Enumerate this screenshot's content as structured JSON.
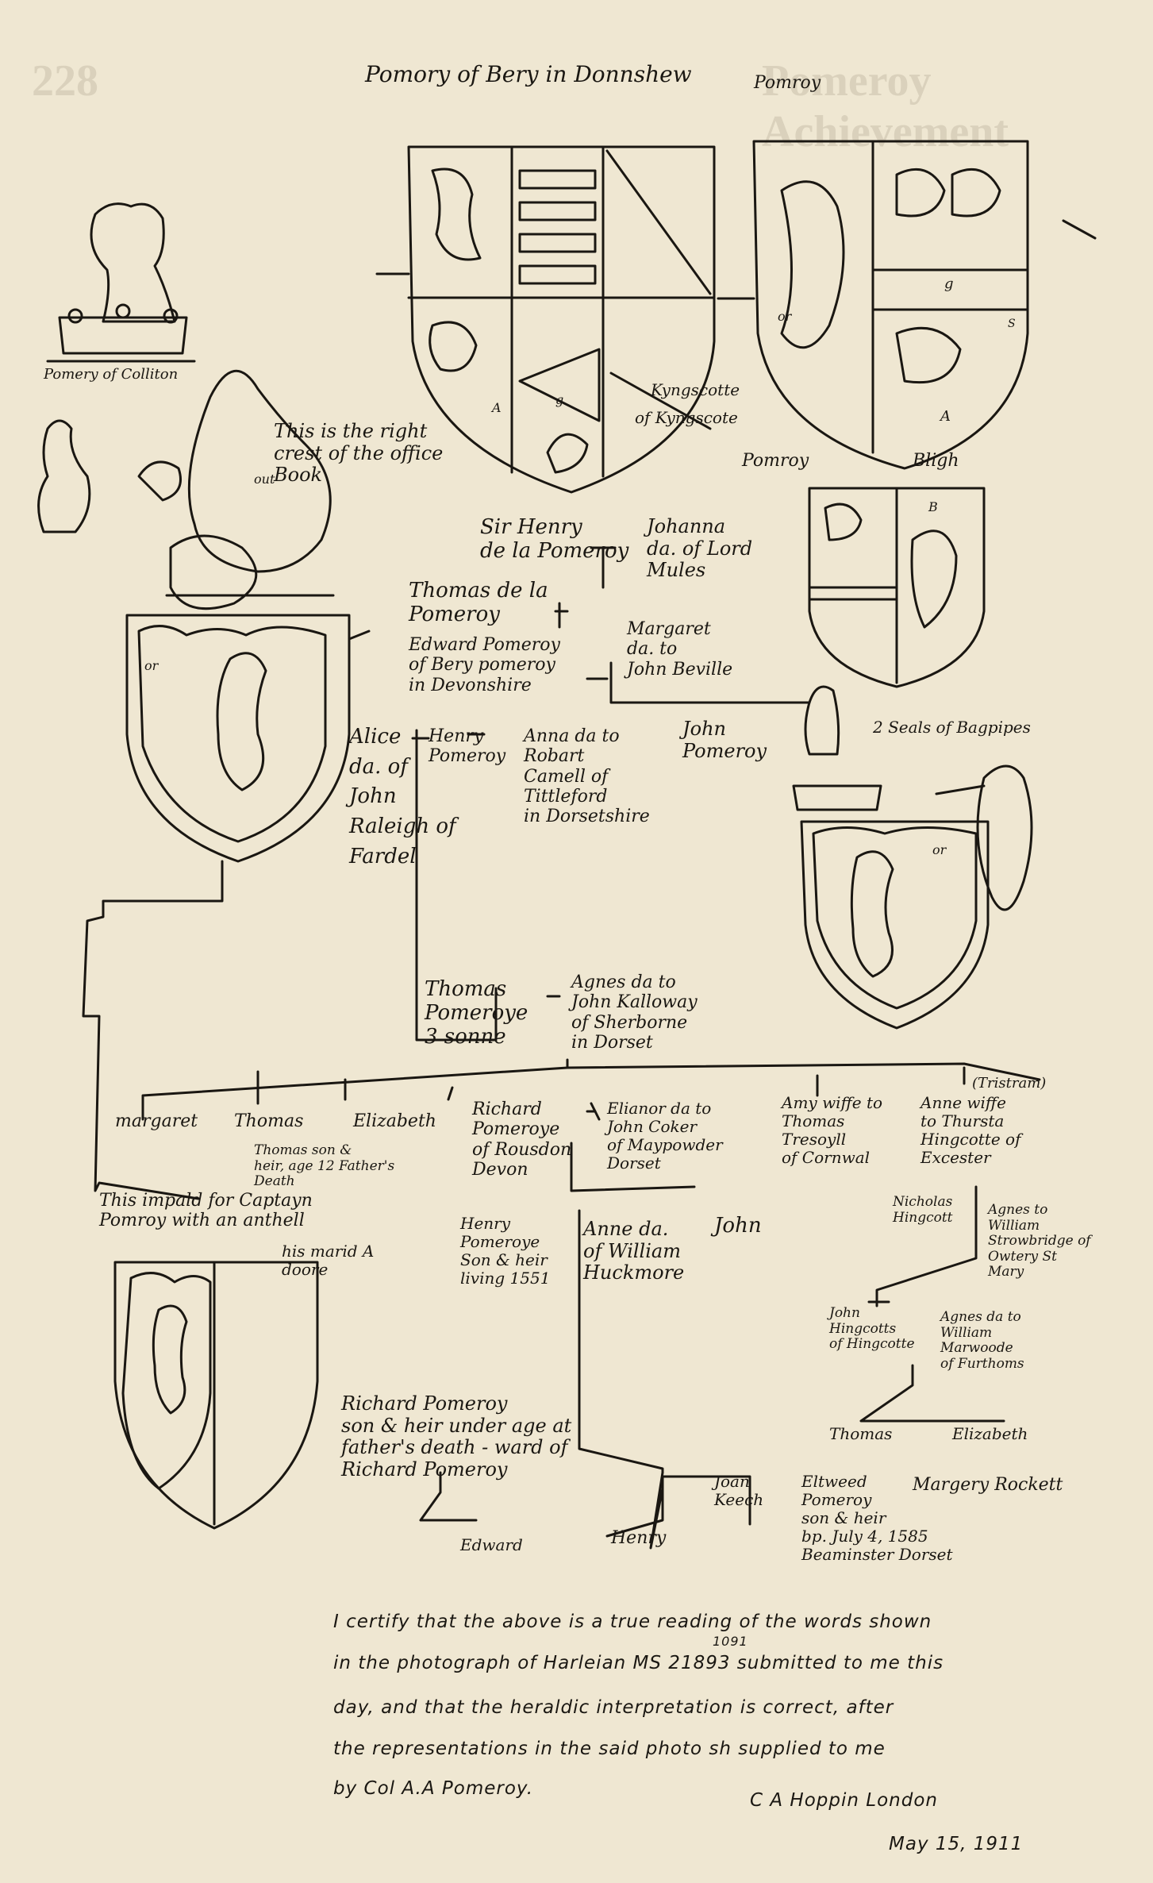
{
  "header": {
    "title": "Pomory of Bery in Donnshew",
    "title_right": "Pomroy"
  },
  "crest_left": {
    "caption": "Pomery of Colliton"
  },
  "arms": {
    "top_left_note_1": "Kyngscotte",
    "top_left_note_2": "of Kyngscote",
    "top_right_label_left": "Pomroy",
    "top_right_label_right": "Bligh",
    "crest_note": "This is the right crest of the office Book",
    "crest_out": "out",
    "seals_note": "2 Seals of Bagpipes",
    "impaled_note": "This impald for Captayn Pomroy with an anthell",
    "married_note": "his marid A doore",
    "tincture_or": "or",
    "tincture_g": "g",
    "tincture_a": "A",
    "tincture_b": "B",
    "tincture_s": "S"
  },
  "genealogy": {
    "gen1_husband": "Sir Henry\nde la Pomeroy",
    "gen1_wife": "Johanna\nda. of Lord\nMules",
    "gen2": "Thomas de la\nPomeroy",
    "gen3_husband": "Edward Pomeroy\nof Bery pomeroy\nin Devonshire",
    "gen3_wife": "Margaret\nda. to\nJohn Beville",
    "gen4_wife1": "Alice\nda. of\nJohn\nRaleigh of\nFardel",
    "gen4_husband": "Henry\nPomeroy",
    "gen4_wife2": "Anna da to\nRobart\nCamell of\nTittleford\nin Dorsetshire",
    "gen4_sibling": "John\nPomeroy",
    "gen5_husband": "Thomas\nPomeroye\n3 sonne",
    "gen5_wife": "Agnes da to\nJohn Kalloway\nof Sherborne\nin Dorset",
    "children": [
      {
        "text": "margaret"
      },
      {
        "text": "Thomas"
      },
      {
        "text": "Elizabeth"
      },
      {
        "text": "Richard\nPomeroye\nof Rousdon\nDevon"
      },
      {
        "text": "Elianor da to\nJohn Coker\nof Maypowder\nDorset"
      },
      {
        "text": "Amy wiffe to\nThomas\nTresoyll\nof Cornwal"
      },
      {
        "text": "Anne wiffe\nto Thursta\nHingcotte of\nExcester"
      }
    ],
    "child_note_thomas": "Thomas son &\nheir, age 12 Father's\nDeath",
    "tristram": "(Tristram)",
    "gen7_husband": "Henry\nPomeroye\nSon & heir\nliving 1551",
    "gen7_wife": "Anne da.\nof William\nHuckmore",
    "gen7_sibling": "John",
    "hingcotte_son": "Nicholas\nHingcott",
    "hingcotte_wife": "Agnes to\nWilliam\nStrowbridge of\nOwtery St\nMary",
    "hingcotte_grandson": "John\nHingcotts\nof Hingcotte",
    "hingcotte_gs_wife": "Agnes da to\nWilliam\nMarwoode\nof Furthoms",
    "hingcotte_gc_1": "Thomas",
    "hingcotte_gc_2": "Elizabeth",
    "gen8": "Richard Pomeroy\nson & heir under age at\nfather's death - ward of\nRichard Pomeroy",
    "gen9_1": "Edward",
    "gen9_2": "Henry",
    "elt_wife1": "Joan\nKeech",
    "elt": "Eltweed\nPomeroy\nson & heir\nbp. July 4, 1585\nBeaminster Dorset",
    "elt_wife2": "Margery Rockett"
  },
  "certification": {
    "line1": "I certify that the above is a true reading of the words shown",
    "line2": "in the photograph of Harleian MS 21893 submitted to me this",
    "ms_correction": "1091",
    "line3": "day, and that the heraldic interpretation is correct, after",
    "line4": "the representations in the said photo  sh supplied to me",
    "line5": "by Col A.A Pomeroy.",
    "signature": "C A Hoppin  London",
    "date": "May 15, 1911"
  },
  "background_ghost": {
    "top_right": "Pomeroy Achievement",
    "top_left": "228"
  }
}
